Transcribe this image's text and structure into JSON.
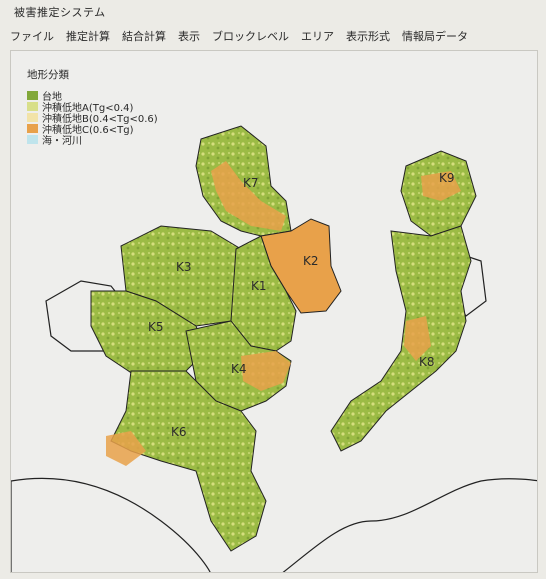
{
  "window": {
    "title": "被害推定システム"
  },
  "menu": [
    "ファイル",
    "推定計算",
    "結合計算",
    "表示",
    "ブロックレベル",
    "エリア",
    "表示形式",
    "情報局データ"
  ],
  "legend": {
    "title": "地形分類",
    "items": [
      {
        "label": "台地",
        "color": "#82a83a"
      },
      {
        "label": "沖積低地A(Tg<0.4)",
        "color": "#d8df8a"
      },
      {
        "label": "沖積低地B(0.4<Tg<0.6)",
        "color": "#f2e3a8"
      },
      {
        "label": "沖積低地C(0.6<Tg)",
        "color": "#e8a14a"
      },
      {
        "label": "海・河川",
        "color": "#bfe4ec"
      }
    ]
  },
  "regions": [
    "K1",
    "K2",
    "K3",
    "K4",
    "K5",
    "K6",
    "K7",
    "K8",
    "K9"
  ]
}
